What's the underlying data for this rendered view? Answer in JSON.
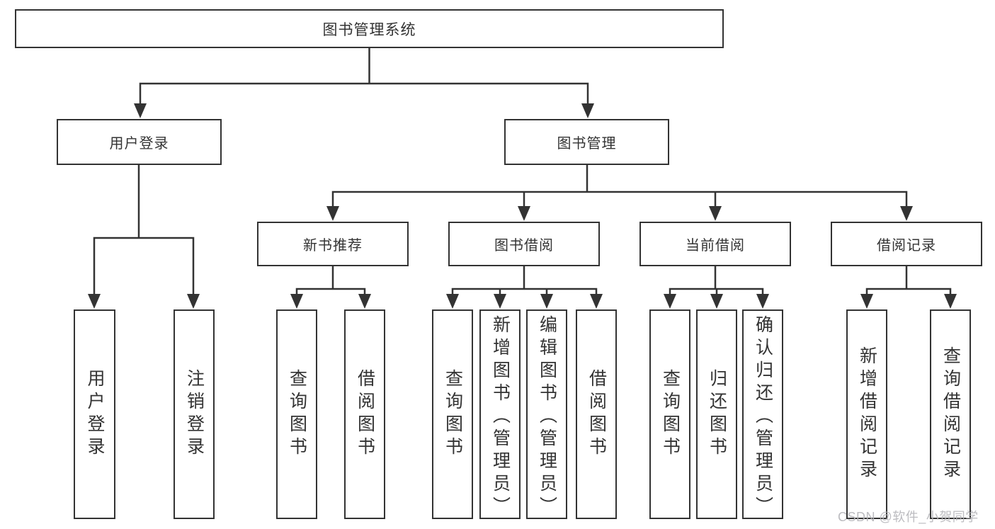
{
  "tree": {
    "root": "图书管理系统",
    "branches": [
      {
        "label": "用户登录",
        "children": [
          "用户登录",
          "注销登录"
        ]
      },
      {
        "label": "图书管理",
        "sections": [
          {
            "label": "新书推荐",
            "children": [
              "查询图书",
              "借阅图书"
            ]
          },
          {
            "label": "图书借阅",
            "children": [
              "查询图书",
              "新增图书（管理员）",
              "编辑图书（管理员）",
              "借阅图书"
            ]
          },
          {
            "label": "当前借阅",
            "children": [
              "查询图书",
              "归还图书",
              "确认归还（管理员）"
            ]
          },
          {
            "label": "借阅记录",
            "children": [
              "新增借阅记录",
              "查询借阅记录"
            ]
          }
        ]
      }
    ]
  },
  "watermark": {
    "text": "CSDN @软件_小贺同学"
  },
  "colors": {
    "line": "#333333",
    "text": "#333333",
    "box_fill": "#ffffff",
    "watermark": "#b5b5ba",
    "background": "#ffffff"
  }
}
